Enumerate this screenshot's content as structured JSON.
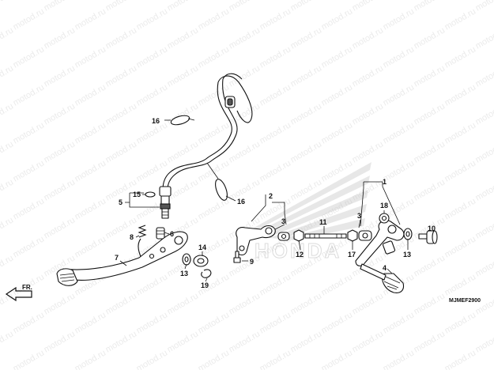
{
  "watermark": {
    "text": "motod.ru"
  },
  "brand": {
    "text": "HONDA"
  },
  "diagram_code": "MJMEF2900",
  "direction_label": "FR.",
  "callouts": [
    {
      "id": "c1",
      "label": "1"
    },
    {
      "id": "c2",
      "label": "2"
    },
    {
      "id": "c3a",
      "label": "3"
    },
    {
      "id": "c3b",
      "label": "3"
    },
    {
      "id": "c4",
      "label": "4"
    },
    {
      "id": "c5",
      "label": "5"
    },
    {
      "id": "c6",
      "label": "6"
    },
    {
      "id": "c7",
      "label": "7"
    },
    {
      "id": "c8",
      "label": "8"
    },
    {
      "id": "c9",
      "label": "9"
    },
    {
      "id": "c10",
      "label": "10"
    },
    {
      "id": "c11",
      "label": "11"
    },
    {
      "id": "c12",
      "label": "12"
    },
    {
      "id": "c13a",
      "label": "13"
    },
    {
      "id": "c13b",
      "label": "13"
    },
    {
      "id": "c14",
      "label": "14"
    },
    {
      "id": "c15",
      "label": "15"
    },
    {
      "id": "c16a",
      "label": "16"
    },
    {
      "id": "c16b",
      "label": "16"
    },
    {
      "id": "c17",
      "label": "17"
    },
    {
      "id": "c18",
      "label": "18"
    },
    {
      "id": "c19",
      "label": "19"
    }
  ]
}
